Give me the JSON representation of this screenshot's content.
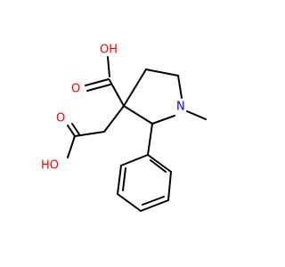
{
  "colors": {
    "bond": "#000000",
    "oxygen": "#ff0000",
    "nitrogen": "#0000ff",
    "carbon": "#000000"
  },
  "atoms": {
    "oh_top": "OH",
    "o_carbonyl_top": "O",
    "n_ring": "N",
    "o_carbonyl_left": "O",
    "oh_left": "HO"
  }
}
